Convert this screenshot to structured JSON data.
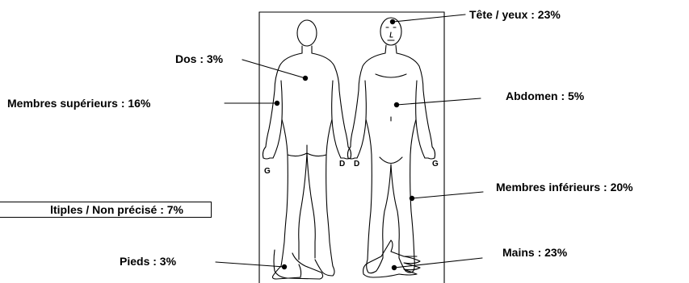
{
  "labels": {
    "tete": "Tête / yeux : 23%",
    "dos": "Dos : 3%",
    "membres_superieurs": "Membres supérieurs : 16%",
    "abdomen": "Abdomen : 5%",
    "membres_inferieurs": "Membres inférieurs : 20%",
    "multiples": "ltiples / Non précisé : 7%",
    "pieds": "Pieds : 3%",
    "mains": "Mains : 23%"
  },
  "side_markers": {
    "back_left": "G",
    "back_right": "D",
    "front_right": "D",
    "front_left": "G"
  },
  "colors": {
    "ink": "#000000",
    "background": "#ffffff"
  }
}
